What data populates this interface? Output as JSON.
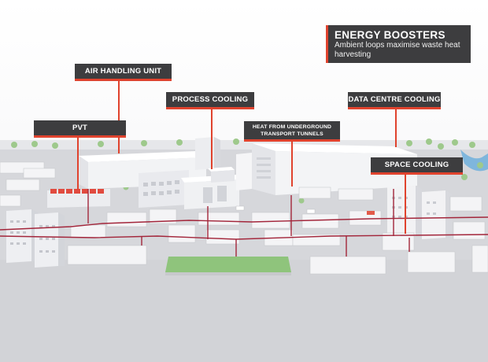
{
  "title": {
    "heading": "ENERGY BOOSTERS",
    "subtitle": "Ambient loops maximise waste heat harvesting"
  },
  "labels": {
    "air_handling": "AIR HANDLING UNIT",
    "process_cooling": "PROCESS COOLING",
    "data_centre": "DATA CENTRE COOLING",
    "pvt": "PVT",
    "tunnels_line1": "HEAT FROM UNDERGROUND",
    "tunnels_line2": "TRANSPORT TUNNELS",
    "space_cooling": "SPACE COOLING"
  },
  "colors": {
    "label_bg": "#3d3d3f",
    "accent": "#e0432e",
    "ground": "#d9dade",
    "building": "#f4f4f6",
    "pipe": "#a3263b",
    "grass": "#8fc47c"
  }
}
